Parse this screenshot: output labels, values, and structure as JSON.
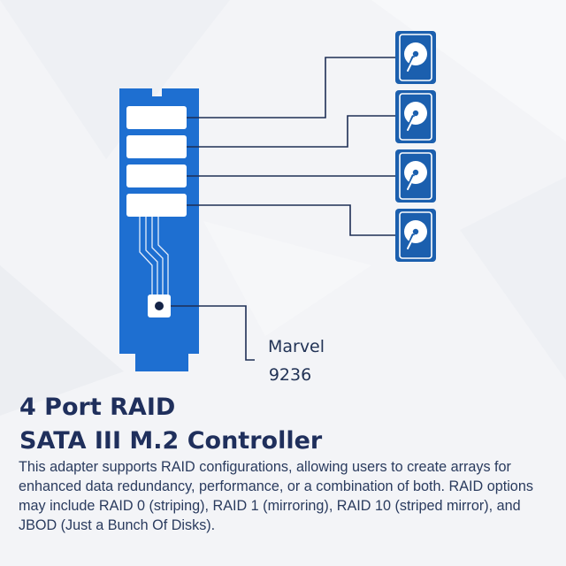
{
  "diagram": {
    "chip_label": [
      "Marvel",
      "9236"
    ],
    "port_count": 4,
    "drive_count": 4,
    "icons": {
      "card": "m2-card-icon",
      "port": "sata-port-icon",
      "chip": "controller-chip-icon",
      "drive": "hard-drive-icon"
    },
    "colors": {
      "card": "#1e6fd1",
      "drive": "#1b5fae",
      "lines": "#1e2e55",
      "heading": "#1f2f5c",
      "body_text": "#2a3b5e"
    }
  },
  "heading": {
    "line1": "4 Port RAID",
    "line2": "SATA III M.2 Controller"
  },
  "description": "This adapter supports RAID configurations, allowing users to create arrays for enhanced data redundancy, performance, or a combination of both. RAID options may include RAID 0 (striping), RAID 1 (mirroring), RAID 10 (striped mirror), and JBOD (Just a Bunch Of Disks)."
}
